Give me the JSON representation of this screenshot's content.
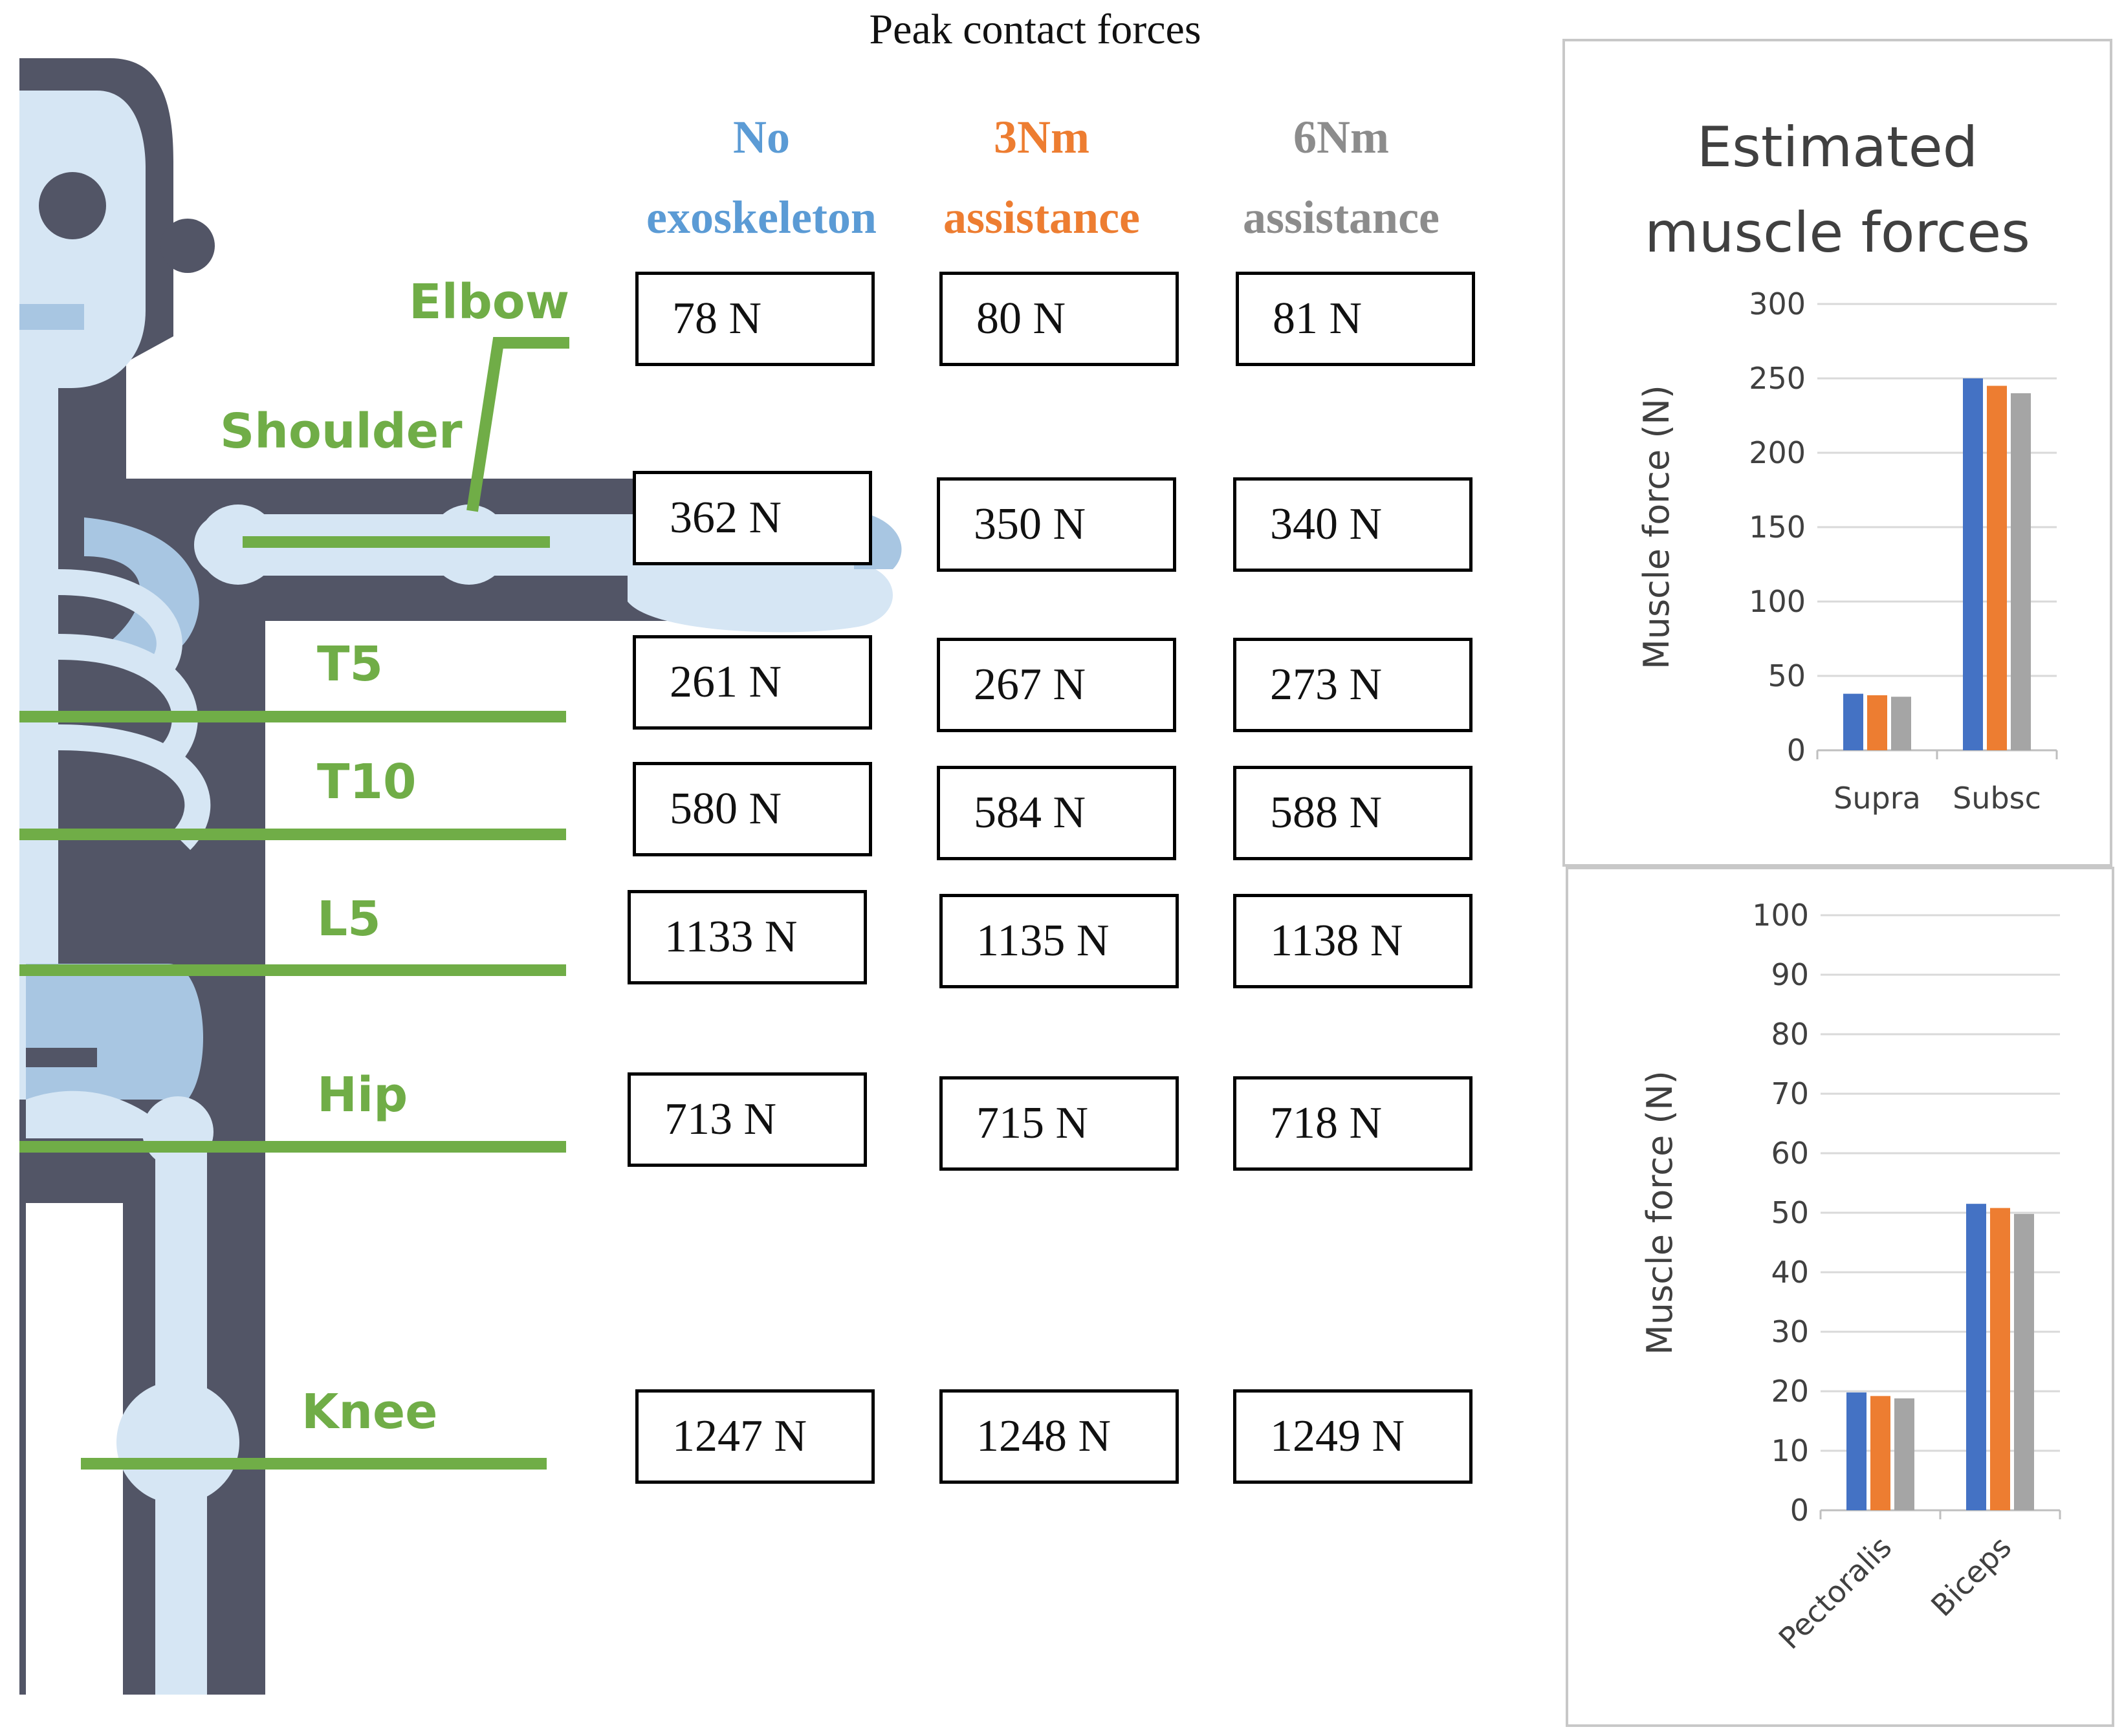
{
  "header": {
    "title": "Peak contact forces",
    "columns": [
      {
        "lines": [
          "No",
          "exoskeleton"
        ],
        "color": "#5b9bd5"
      },
      {
        "lines": [
          "3Nm",
          "assistance"
        ],
        "color": "#ed7d31"
      },
      {
        "lines": [
          "6Nm",
          "assistance"
        ],
        "color": "#8c8c8c"
      }
    ]
  },
  "joints": [
    {
      "label": "Elbow",
      "values": [
        "78 N",
        "80 N",
        "81 N"
      ]
    },
    {
      "label": "Shoulder",
      "values": [
        "362 N",
        "350 N",
        "340 N"
      ]
    },
    {
      "label": "T5",
      "values": [
        "261 N",
        "267 N",
        "273 N"
      ]
    },
    {
      "label": "T10",
      "values": [
        "580 N",
        "584 N",
        "588 N"
      ]
    },
    {
      "label": "L5",
      "values": [
        "1133 N",
        "1135 N",
        "1138 N"
      ]
    },
    {
      "label": "Hip",
      "values": [
        "713 N",
        "715 N",
        "718 N"
      ]
    },
    {
      "label": "Knee",
      "values": [
        "1247 N",
        "1248 N",
        "1249 N"
      ]
    }
  ],
  "colors": {
    "skeleton_outline": "#525566",
    "bone": "#d6e6f4",
    "bone_shadow": "#a8c6e2",
    "joint_line": "#70ad47"
  },
  "muscle_panel": {
    "title_lines": [
      "Estimated",
      "muscle  forces"
    ]
  },
  "chart_data": [
    {
      "type": "bar",
      "categories": [
        "Supra",
        "Subsc"
      ],
      "series": [
        {
          "values": [
            38,
            250
          ],
          "color": "#4472c4"
        },
        {
          "values": [
            37,
            245
          ],
          "color": "#ed7d31"
        },
        {
          "values": [
            36,
            240
          ],
          "color": "#a5a5a5"
        }
      ],
      "ylabel": "Muscle force (N)",
      "ylim": [
        0,
        300
      ],
      "yticks": [
        0,
        50,
        100,
        150,
        200,
        250,
        300
      ],
      "grid": true,
      "rotate_xlabels": false
    },
    {
      "type": "bar",
      "categories": [
        "Pectoralis",
        "Biceps"
      ],
      "series": [
        {
          "values": [
            19.8,
            51.5
          ],
          "color": "#4472c4"
        },
        {
          "values": [
            19.2,
            50.8
          ],
          "color": "#ed7d31"
        },
        {
          "values": [
            18.8,
            49.8
          ],
          "color": "#a5a5a5"
        }
      ],
      "ylabel": "Muscle force (N)",
      "ylim": [
        0,
        100
      ],
      "yticks": [
        0,
        10,
        20,
        30,
        40,
        50,
        60,
        70,
        80,
        90,
        100
      ],
      "grid": true,
      "rotate_xlabels": true
    }
  ]
}
